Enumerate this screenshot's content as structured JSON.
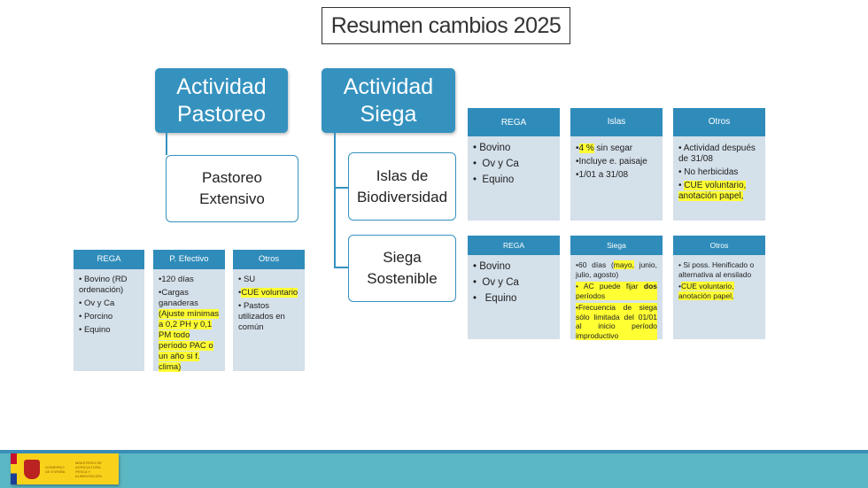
{
  "title": "Resumen cambios 2025",
  "pastoreo": {
    "title_l1": "Actividad",
    "title_l2": "Pastoreo",
    "sub_l1": "Pastoreo",
    "sub_l2": "Extensivo",
    "cards": [
      {
        "header": "REGA",
        "items": [
          "Bovino (RD ordenación)",
          "Ov y Ca",
          "Porcino",
          "Equino"
        ]
      },
      {
        "header": "P. Efectivo",
        "items": [
          "120 días",
          "Cargas ganaderas"
        ],
        "highlight": "(Ajuste mínimas a 0,2 PH y 0,1 PM todo período PAC o un año si f. clima)"
      },
      {
        "header": "Otros",
        "items": [
          "SU",
          "CUE voluntario",
          "Pastos utilizados en común"
        ]
      }
    ]
  },
  "siega": {
    "title_l1": "Actividad",
    "title_l2": "Siega",
    "islas": {
      "l1": "Islas de",
      "l2": "Biodiversidad",
      "cards": [
        {
          "header": "REGA",
          "items": [
            "Bovino",
            "Ov y Ca",
            "Equino"
          ]
        },
        {
          "header": "Islas",
          "hl": "4 %",
          "items": [
            " sin segar",
            "Incluye e. paisaje",
            "1/01 a 31/08"
          ]
        },
        {
          "header": "Otros",
          "items": [
            "Actividad después de 31/08",
            "No herbicidas",
            "CUE voluntario, anotación papel,"
          ]
        }
      ]
    },
    "sostenible": {
      "l1": "Siega",
      "l2": "Sostenible",
      "cards": [
        {
          "header": "REGA",
          "items": [
            "Bovino",
            "Ov y Ca",
            "Equino"
          ]
        },
        {
          "header": "Siega",
          "item1_a": "60 días (",
          "item1_hl": "mayo,",
          "item1_b": " junio, julio, agosto)",
          "item2_a": "AC puede fijar ",
          "item2_b": "dos",
          "item2_c": " períodos",
          "item3": "Frecuencia de siega sólo limitada del 01/01 al inicio período improductivo"
        },
        {
          "header": "Otros",
          "items": [
            "Si poss. Henificado o alternativa al ensilado",
            "CUE voluntario, anotación papel,"
          ]
        }
      ]
    }
  },
  "footer": {
    "logo_gov": "GOBIERNO DE ESPAÑA",
    "logo_min": "MINISTERIO DE AGRICULTURA, PESCA Y ALIMENTACIÓN"
  }
}
